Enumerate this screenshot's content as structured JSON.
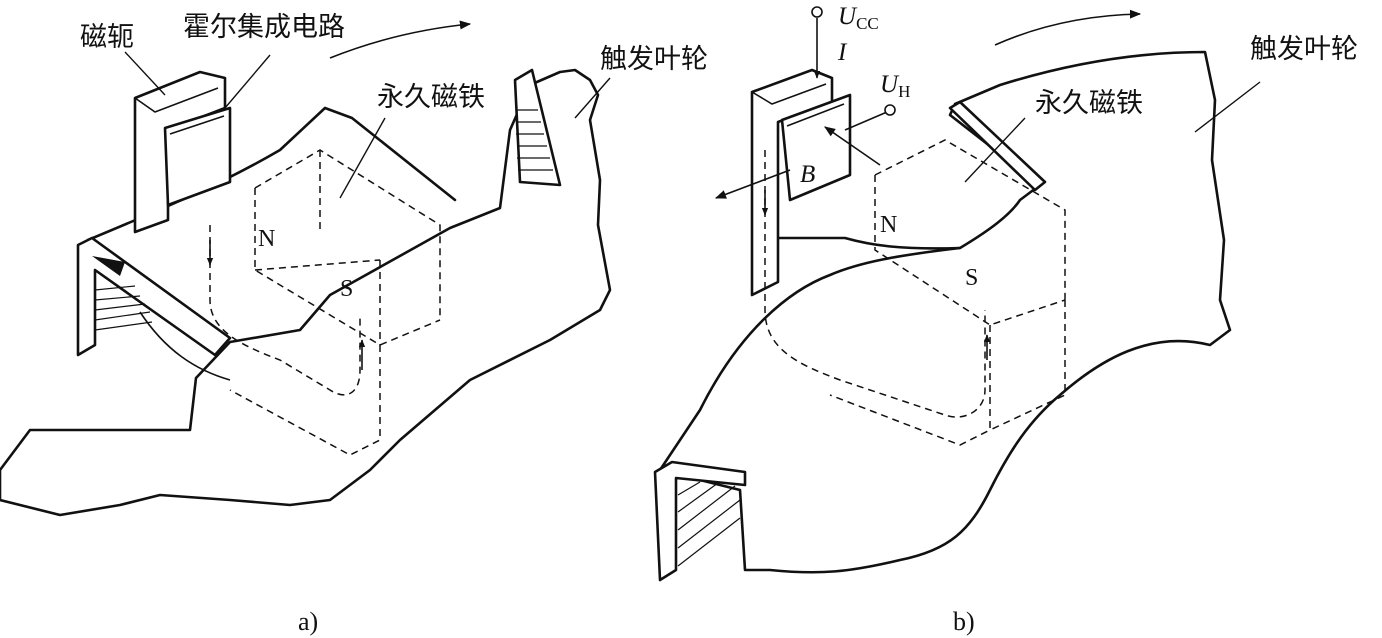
{
  "panel_a": {
    "caption": "a)",
    "labels": {
      "yoke": "磁轭",
      "hall_ic": "霍尔集成电路",
      "magnet": "永久磁铁",
      "trigger_wheel": "触发叶轮",
      "pole_n": "N",
      "pole_s": "S"
    }
  },
  "panel_b": {
    "caption": "b)",
    "labels": {
      "supply_main": "U",
      "supply_sub": "CC",
      "current": "I",
      "hall_voltage_main": "U",
      "hall_voltage_sub": "H",
      "field": "B",
      "magnet": "永久磁铁",
      "trigger_wheel": "触发叶轮",
      "pole_n": "N",
      "pole_s": "S"
    }
  }
}
